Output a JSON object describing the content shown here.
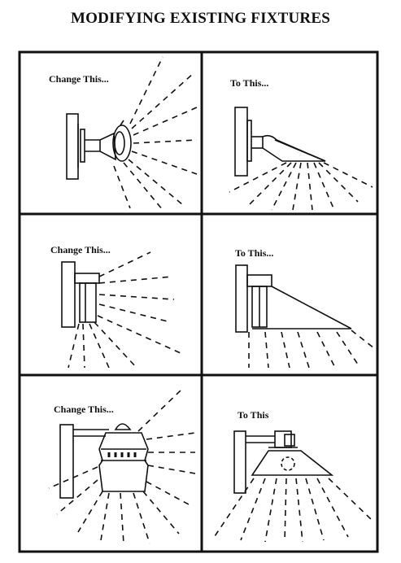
{
  "title": "MODIFYING EXISTING FIXTURES",
  "panels": [
    {
      "label": "Change This...",
      "fixture": "wallpack-dome-fixture"
    },
    {
      "label": "To This...",
      "fixture": "shielded-cutoff-fixture"
    },
    {
      "label": "Change This...",
      "fixture": "wall-box-fixture"
    },
    {
      "label": "To This...",
      "fixture": "full-cutoff-wedge-fixture"
    },
    {
      "label": "Change This...",
      "fixture": "barn-lantern-fixture"
    },
    {
      "label": "To This",
      "fixture": "full-cutoff-cone-fixture"
    }
  ]
}
